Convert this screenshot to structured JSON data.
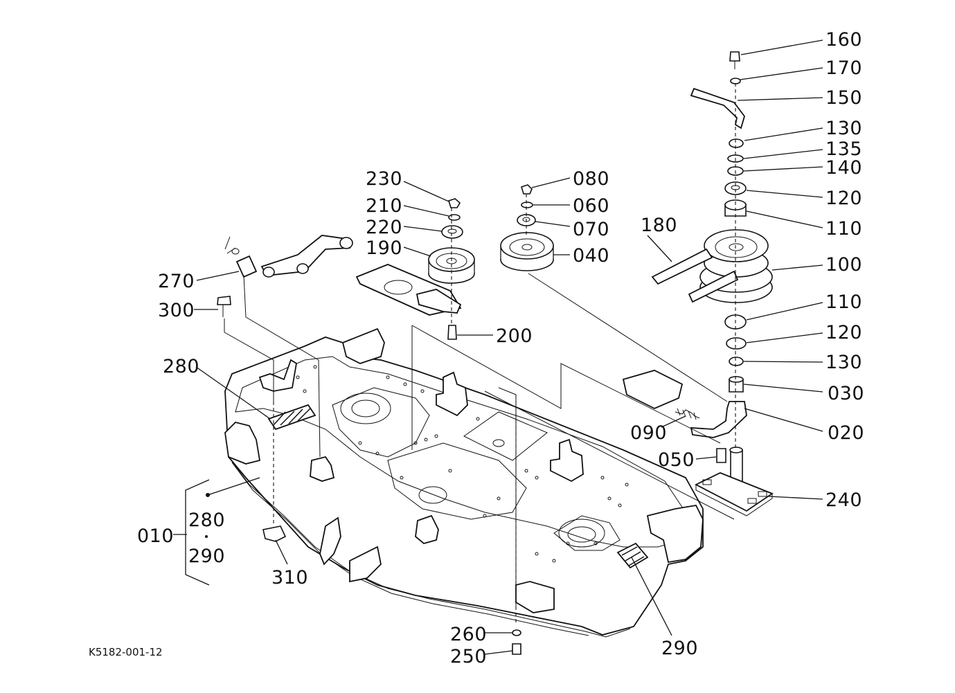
{
  "diagram_code": "K5182-001-12",
  "callouts": {
    "c160": "160",
    "c170": "170",
    "c150": "150",
    "c130a": "130",
    "c135": "135",
    "c140": "140",
    "c120a": "120",
    "c110a": "110",
    "c100": "100",
    "c180": "180",
    "c110b": "110",
    "c120b": "120",
    "c130b": "130",
    "c030": "030",
    "c020": "020",
    "c090": "090",
    "c050": "050",
    "c240": "240",
    "c230": "230",
    "c210": "210",
    "c220": "220",
    "c190": "190",
    "c200": "200",
    "c080": "080",
    "c060": "060",
    "c070": "070",
    "c040": "040",
    "c270": "270",
    "c300": "300",
    "c280a": "280",
    "c010": "010",
    "c280b": "280",
    "c290a": "290",
    "c310": "310",
    "c260": "260",
    "c250": "250",
    "c290b": "290"
  }
}
